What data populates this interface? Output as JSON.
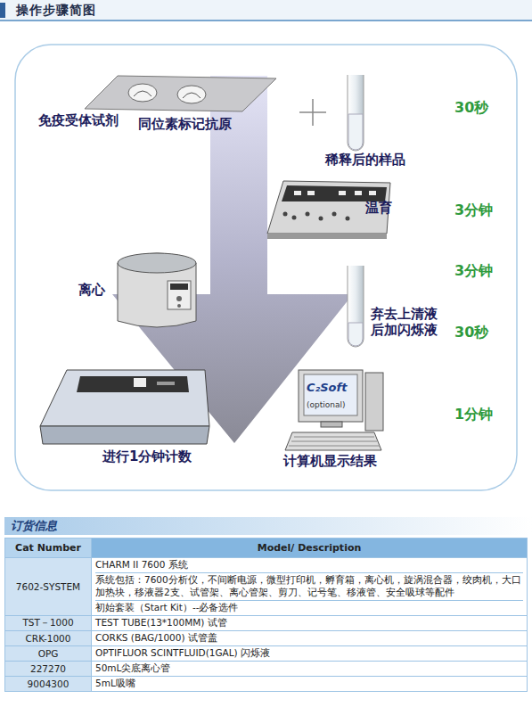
{
  "diagram": {
    "title": "操作步骤简图",
    "labels": [
      "免疫受体试剂",
      "同位素标记抗原",
      "30秒",
      "稀释后的样品",
      "温育",
      "3分钟",
      "3分钟",
      "离心",
      "弃去上清液 后加闪烁液",
      "30秒",
      "1分钟",
      "进行1分钟计数",
      "计算机显示结果",
      "C₂Soft",
      "(optional)",
      "订货信息",
      "Cat Number",
      "Model/ Description",
      "7602-SYSTEM",
      "CHARM II 7600 系统",
      "系统包括：7600分析仪，不间断电源，微型打印机，孵育箱，离心机，旋涡混合器，绞肉机，大口加热块，移液器2支、试管架、离心管架、剪刀、记号笔、移液管、安全吸球等配件",
      "初始套装（Start Kit）--必备选件",
      "TST－1000",
      "TEST TUBE(13*100MM) 试管",
      "CRK-1000",
      "CORKS (BAG/1000) 试管盖",
      "OPG",
      "OPTIFLUOR SCINTFLUID(1GAL) 闪烁液",
      "227270",
      "50mL尖底离心管",
      "9004300",
      "5mL吸嘴"
    ]
  }
}
